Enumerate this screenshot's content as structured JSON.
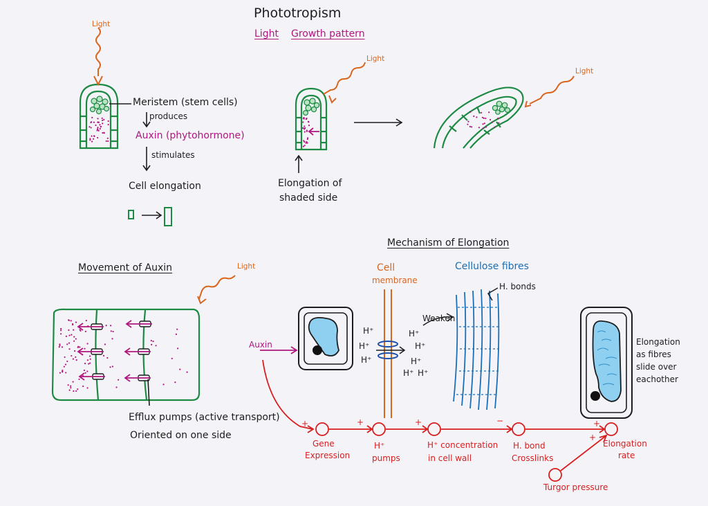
{
  "header": {
    "title": "Phototropism",
    "sub_light": "Light",
    "sub_growth": "Growth pattern"
  },
  "light_label": "Light",
  "top_left": {
    "meristem": "Meristem (stem cells)",
    "produces": "produces",
    "auxin": "Auxin (phytohormone)",
    "stimulates": "stimulates",
    "cell_elongation": "Cell elongation"
  },
  "top_mid": {
    "elongation_line1": "Elongation of",
    "elongation_line2": "shaded side"
  },
  "movement": {
    "title": "Movement of Auxin",
    "efflux_line1": "Efflux pumps (active transport)",
    "efflux_line2": "Oriented on one side"
  },
  "mechanism": {
    "title": "Mechanism of Elongation",
    "cell_membrane_1": "Cell",
    "cell_membrane_2": "membrane",
    "cellulose": "Cellulose fibres",
    "h_bonds": "H. bonds",
    "weaken": "Weaken",
    "auxin": "Auxin",
    "h_ions": [
      "H⁺",
      "H⁺",
      "H⁺",
      "H⁺",
      "H⁺",
      "H⁺",
      "H⁺",
      "H⁺"
    ],
    "elongation_note": [
      "Elongation",
      "as fibres",
      "slide over",
      "eachother"
    ]
  },
  "pathway": {
    "nodes": [
      {
        "line1": "Gene",
        "line2": "Expression"
      },
      {
        "line1": "H⁺",
        "line2": "pumps"
      },
      {
        "line1": "H⁺ concentration",
        "line2": "in cell wall"
      },
      {
        "line1": "H. bond",
        "line2": "Crosslinks"
      },
      {
        "line1": "Elongation",
        "line2": "rate"
      }
    ],
    "signs": [
      "+",
      "+",
      "+",
      "−",
      "+",
      "+"
    ],
    "turgor": "Turgor pressure"
  },
  "colors": {
    "green": "#1d8a43",
    "magenta": "#b0177f",
    "orange": "#d9661f",
    "blue": "#1c6fb4",
    "red": "#d81e1e",
    "black": "#1d1d1f"
  }
}
